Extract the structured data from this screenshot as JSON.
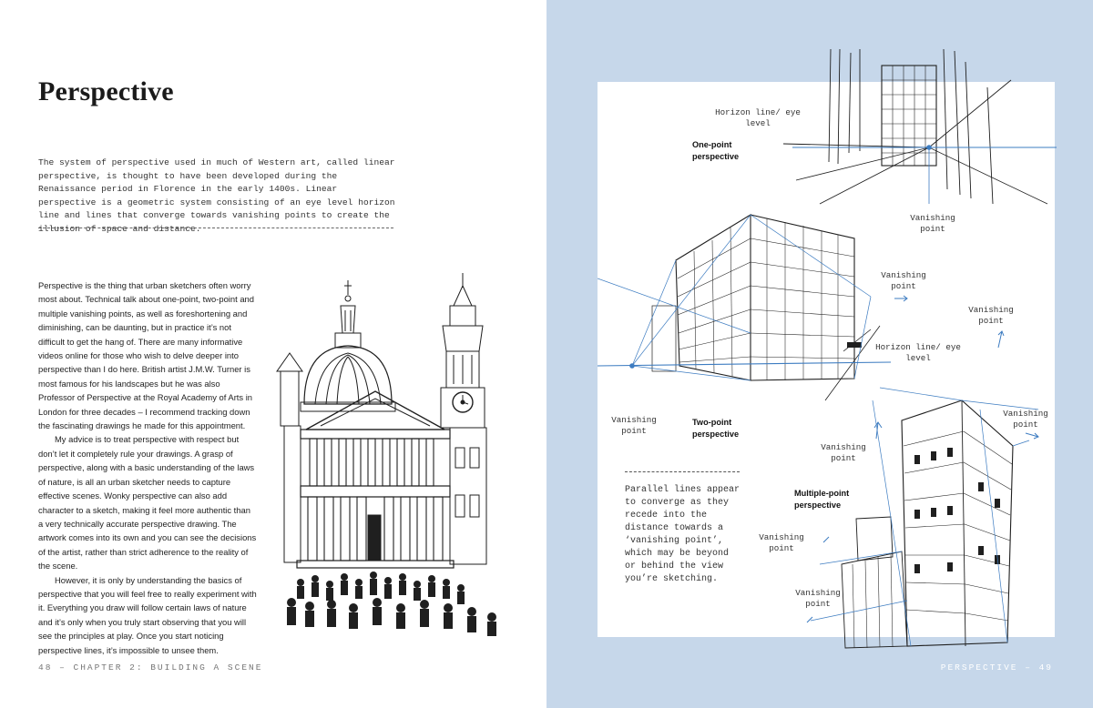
{
  "left_page": {
    "title": "Perspective",
    "intro": "The system of perspective used in much of Western art, called linear perspective, is thought to have been developed during the Renaissance period in Florence in the early 1400s. Linear perspective is a geometric system consisting of an eye level horizon line and lines that converge towards vanishing points to create the illusion of space and distance.",
    "body": [
      "Perspective is the thing that urban sketchers often worry most about. Technical talk about one-point, two-point and multiple vanishing points, as well as foreshortening and diminishing, can be daunting, but in practice it’s not difficult to get the hang of. There are many informative videos online for those who wish to delve deeper into perspective than I do here. British artist J.M.W. Turner is most famous for his landscapes but he was also Professor of Perspective at the Royal Academy of Arts in London for three decades – I recommend tracking down the fascinating drawings he made for this appointment.",
      "My advice is to treat perspective with respect but don’t let it completely rule your drawings. A grasp of perspective, along with a basic understanding of the laws of nature, is all an urban sketcher needs to capture effective scenes. Wonky perspective can also add character to a sketch, making it feel more authentic than a very technically accurate perspective drawing. The artwork comes into its own and you can see the decisions of the artist, rather than strict adherence to the reality of the scene.",
      "However, it is only by understanding the basics of perspective that you will feel free to really experiment with it. Everything you draw will follow certain laws of nature and it’s only when you truly start observing that you will see the principles at play. Once you start noticing perspective lines, it’s impossible to unsee them."
    ],
    "footer": "48 – CHAPTER 2: BUILDING A SCENE"
  },
  "right_page": {
    "annotations": {
      "horizon_1": "Horizon line/ eye level",
      "one_point": "One-point perspective",
      "vp_1": "Vanishing point",
      "vp_2a": "Vanishing point",
      "vp_right_top": "Vanishing point",
      "horizon_2": "Horizon line/ eye level",
      "vp_2b": "Vanishing point",
      "two_point": "Two-point perspective",
      "vp_right_mid": "Vanishing point",
      "vp_m1": "Vanishing point",
      "multi_point": "Multiple-point perspective",
      "vp_m2": "Vanishing point",
      "vp_m3": "Vanishing point"
    },
    "parallel_note": "Parallel lines appear to converge as they recede into the distance towards a ‘vanishing point’, which may be beyond or behind the view you’re sketching.",
    "footer": "PERSPECTIVE – 49"
  },
  "colors": {
    "right_background": "#c6d7ea",
    "guide_line_blue": "#3d7cc1",
    "ink": "#1f1f1f"
  }
}
